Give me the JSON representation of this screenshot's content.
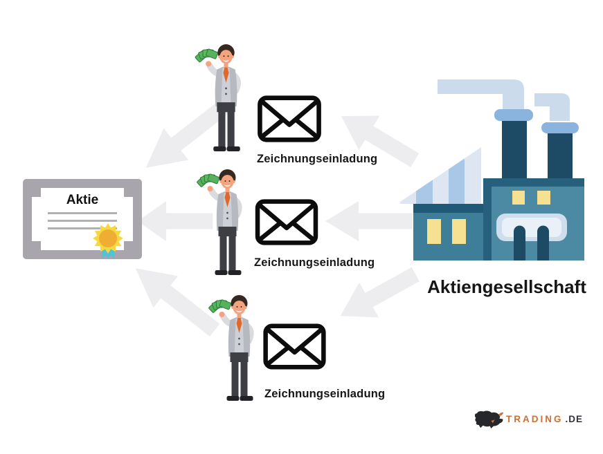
{
  "certificate": {
    "title": "Aktie"
  },
  "invitations": [
    "Zeichnungseinladung",
    "Zeichnungseinladung",
    "Zeichnungseinladung"
  ],
  "company": {
    "label": "Aktiengesellschaft"
  },
  "logo": {
    "brand": "TRADING",
    "suffix": ".DE"
  },
  "icons": {
    "envelope": "✉",
    "factory": "🏭",
    "certificate_seal": "🏵",
    "money": "💵",
    "bull": "🐂",
    "arrow": "⬅"
  },
  "colors": {
    "arrow_gray": "#ededef",
    "envelope_black": "#0c0c0c",
    "text_black": "#161616",
    "certificate_frame": "#a9a5ad",
    "seal_gold": "#f7d83f",
    "seal_center": "#f0ad33",
    "seal_ribbon": "#4fc3d8",
    "factory_teal": "#4c8aa4",
    "factory_teal_left": "#3f7e99",
    "factory_dark": "#1d4b66",
    "factory_pipe_light": "#ccdbeb",
    "roof_stripe_blue": "#a9c7e6",
    "roof_stripe_pale": "#dde6f1",
    "window_yellow": "#f6e193",
    "money_green": "#56b25c",
    "tie_orange": "#e06828",
    "brand_orange": "#cb7034",
    "brand_dark": "#2e3238"
  }
}
